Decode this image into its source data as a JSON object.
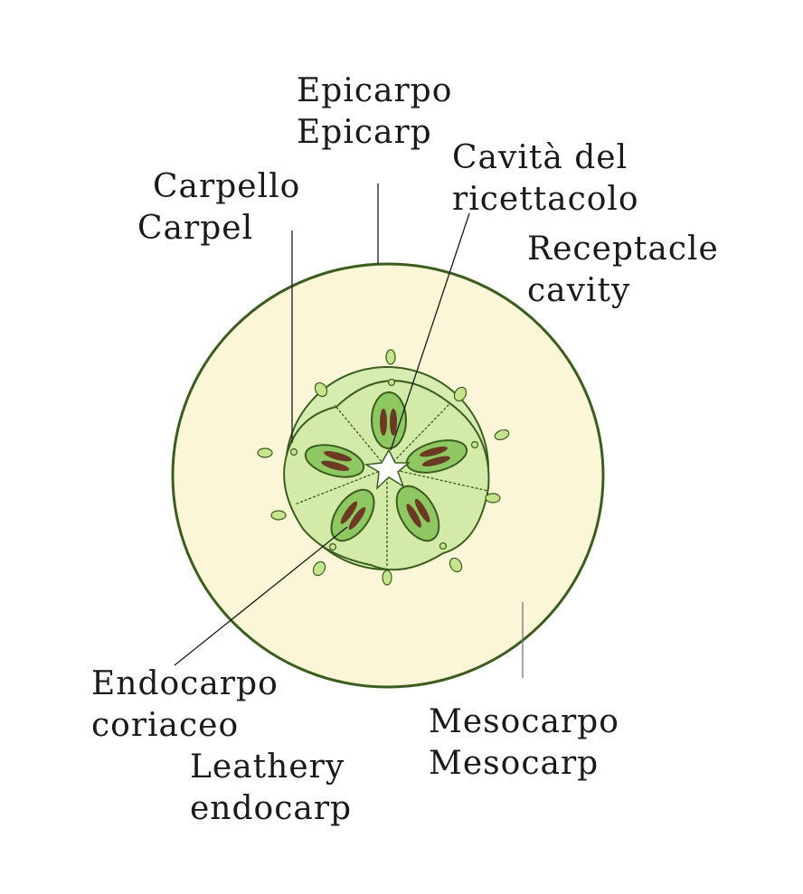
{
  "labels": {
    "epicarp": {
      "it": "Epicarpo",
      "en": "Epicarp"
    },
    "carpel": {
      "it": "Carpello",
      "en": "Carpel"
    },
    "receptacle_it": [
      "Cavità del",
      "ricettacolo"
    ],
    "receptacle_en": [
      "Receptacle",
      "cavity"
    ],
    "endocarp_it": [
      "Endocarpo",
      "coriaceo"
    ],
    "endocarp_en": [
      "Leathery",
      "endocarp"
    ],
    "mesocarp": {
      "it": "Mesocarpo",
      "en": "Mesocarp"
    }
  },
  "colors": {
    "mesocarp_fill": "#fbf6d8",
    "outline": "#3b5e1f",
    "carpel_fill": "#d6ecb0",
    "locule_fill": "#8fc862",
    "seed_fill": "#6b3a22",
    "bundle_fill": "#c6e48c"
  }
}
